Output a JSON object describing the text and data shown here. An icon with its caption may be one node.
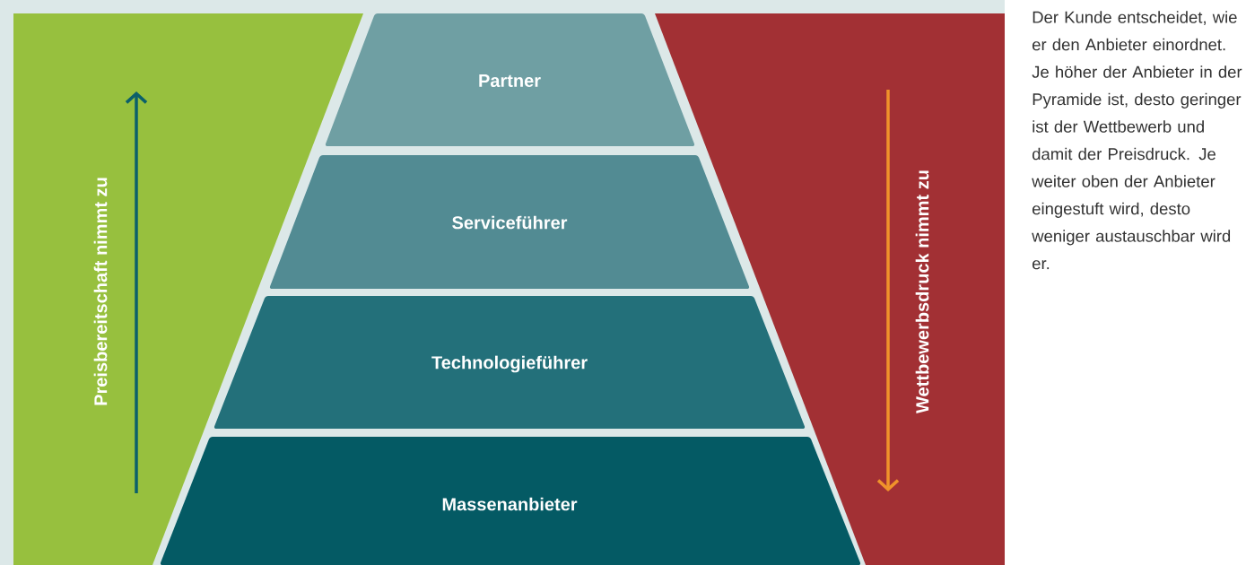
{
  "diagram": {
    "nodes": [
      {
        "text": [
          "Preisbereitschaft nimmt zu"
        ]
      },
      {
        "text": [
          "Partner"
        ]
      },
      {
        "text": [
          "Serviceführer"
        ]
      },
      {
        "text": [
          "Technologieführer"
        ]
      },
      {
        "text": [
          "Massenanbieter"
        ]
      },
      {
        "text": [
          "Wettbewerbsdruck nimmt zu"
        ]
      }
    ],
    "edges": [],
    "labels": [
      "Der Kunde entscheidet, wie er den Anbieter einordnet. Je höher der Anbieter in der Pyramide ist, desto geringer ist der Wettbewerb und damit der Preisdruck. Je weiter oben der Anbieter eingestuft wird, desto weniger austauschbar wird er."
    ]
  }
}
